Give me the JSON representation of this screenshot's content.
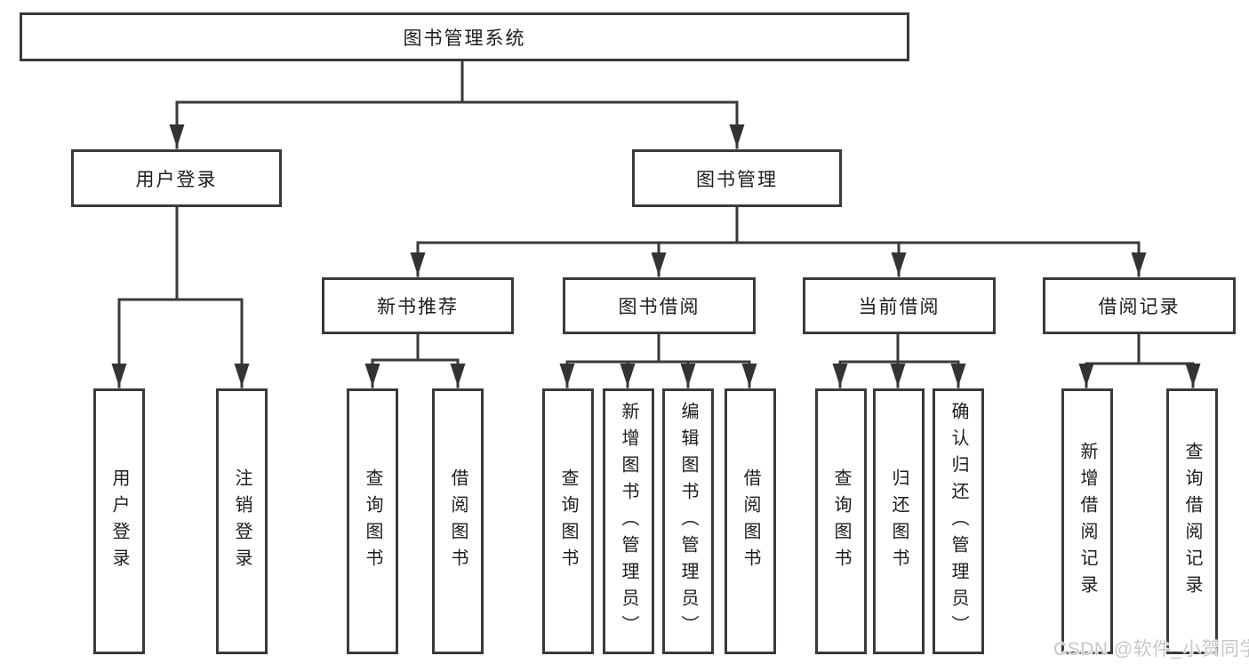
{
  "tree": {
    "label": "图书管理系统",
    "children": [
      {
        "label": "用户登录",
        "children": [
          {
            "label": "用户登录"
          },
          {
            "label": "注销登录"
          }
        ]
      },
      {
        "label": "图书管理",
        "children": [
          {
            "label": "新书推荐",
            "children": [
              {
                "label": "查询图书"
              },
              {
                "label": "借阅图书"
              }
            ]
          },
          {
            "label": "图书借阅",
            "children": [
              {
                "label": "查询图书"
              },
              {
                "label": "新增图书（管理员）"
              },
              {
                "label": "编辑图书（管理员）"
              },
              {
                "label": "借阅图书"
              }
            ]
          },
          {
            "label": "当前借阅",
            "children": [
              {
                "label": "查询图书"
              },
              {
                "label": "归还图书"
              },
              {
                "label": "确认归还（管理员）"
              }
            ]
          },
          {
            "label": "借阅记录",
            "children": [
              {
                "label": "新增借阅记录"
              },
              {
                "label": "查询借阅记录"
              }
            ]
          }
        ]
      }
    ]
  },
  "watermark": {
    "text": "CSDN @软件_小贺同学"
  },
  "colors": {
    "line": "#3a3a3a",
    "text": "#1d1d1d",
    "background": "#ffffff",
    "watermark": "#c8c8c8"
  }
}
